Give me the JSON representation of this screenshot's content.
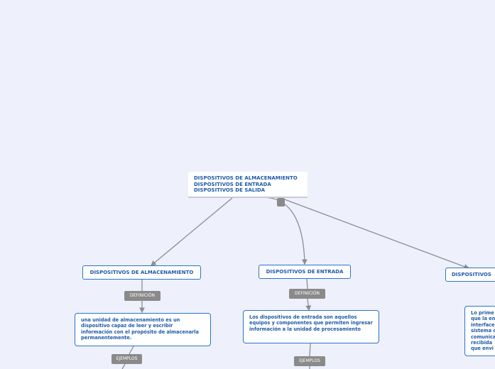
{
  "central": {
    "lines": [
      "DISPOSITIVOS DE ALMACENAMIENTO",
      "DISPOSITIVOS DE ENTRADA",
      "DISPOSITIVOS DE SALIDA"
    ]
  },
  "branches": {
    "almacenamiento": {
      "title": "DISPOSITIVOS DE ALMACENAMIENTO",
      "definition_label": "DEFINICIÓN",
      "definition_text": "una unidad de almacenamiento es un dispositivo capaz de leer y escribir información con el propósito de almacenarla permanentemente.",
      "examples_label": "EJEMPLOS"
    },
    "entrada": {
      "title": "DISPOSITIVOS DE ENTRADA",
      "definition_label": "DEFINICIÓN",
      "definition_text": "Los dispositivos de entrada son aquellos equipos y componentes que permiten ingresar información a la unidad de procesamiento",
      "examples_label": "EJEMPLOS"
    },
    "salida": {
      "title": "DISPOSITIVOS",
      "definition_text": "Lo prime que la en interface sistema c comunica recibida que envi"
    }
  },
  "colors": {
    "background": "#eef1fb",
    "node_text": "#1f5aa8",
    "node_border": "#2b73c9",
    "connector": "#8a8d93",
    "label_bg": "#8a8a8a"
  }
}
